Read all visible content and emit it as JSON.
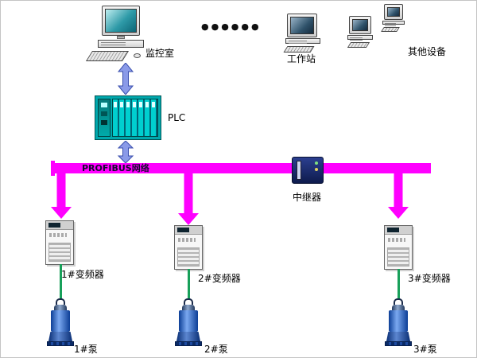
{
  "diagram": {
    "nodes": {
      "monitor_room": {
        "label": "监控室"
      },
      "dots": {
        "label": "●●●●●●"
      },
      "workstation": {
        "label": "工作站"
      },
      "other_devices": {
        "label": "其他设备"
      },
      "plc": {
        "label": "PLC"
      },
      "bus": {
        "label": "PROFIBUS网络"
      },
      "repeater": {
        "label": "中继器"
      },
      "vfds": [
        {
          "label": "1#变频器"
        },
        {
          "label": "2#变频器"
        },
        {
          "label": "3#变频器"
        }
      ],
      "pumps": [
        {
          "label": "1#泵"
        },
        {
          "label": "2#泵"
        },
        {
          "label": "3#泵"
        }
      ]
    },
    "colors": {
      "bus_color": "#ff00ff",
      "arrow_fill": "#8a9ae8",
      "arrow_stroke": "#3a4fae",
      "link_green": "#18a05a",
      "plc_teal": "#00a8ad",
      "pump_blue": "#0c3e96"
    }
  }
}
